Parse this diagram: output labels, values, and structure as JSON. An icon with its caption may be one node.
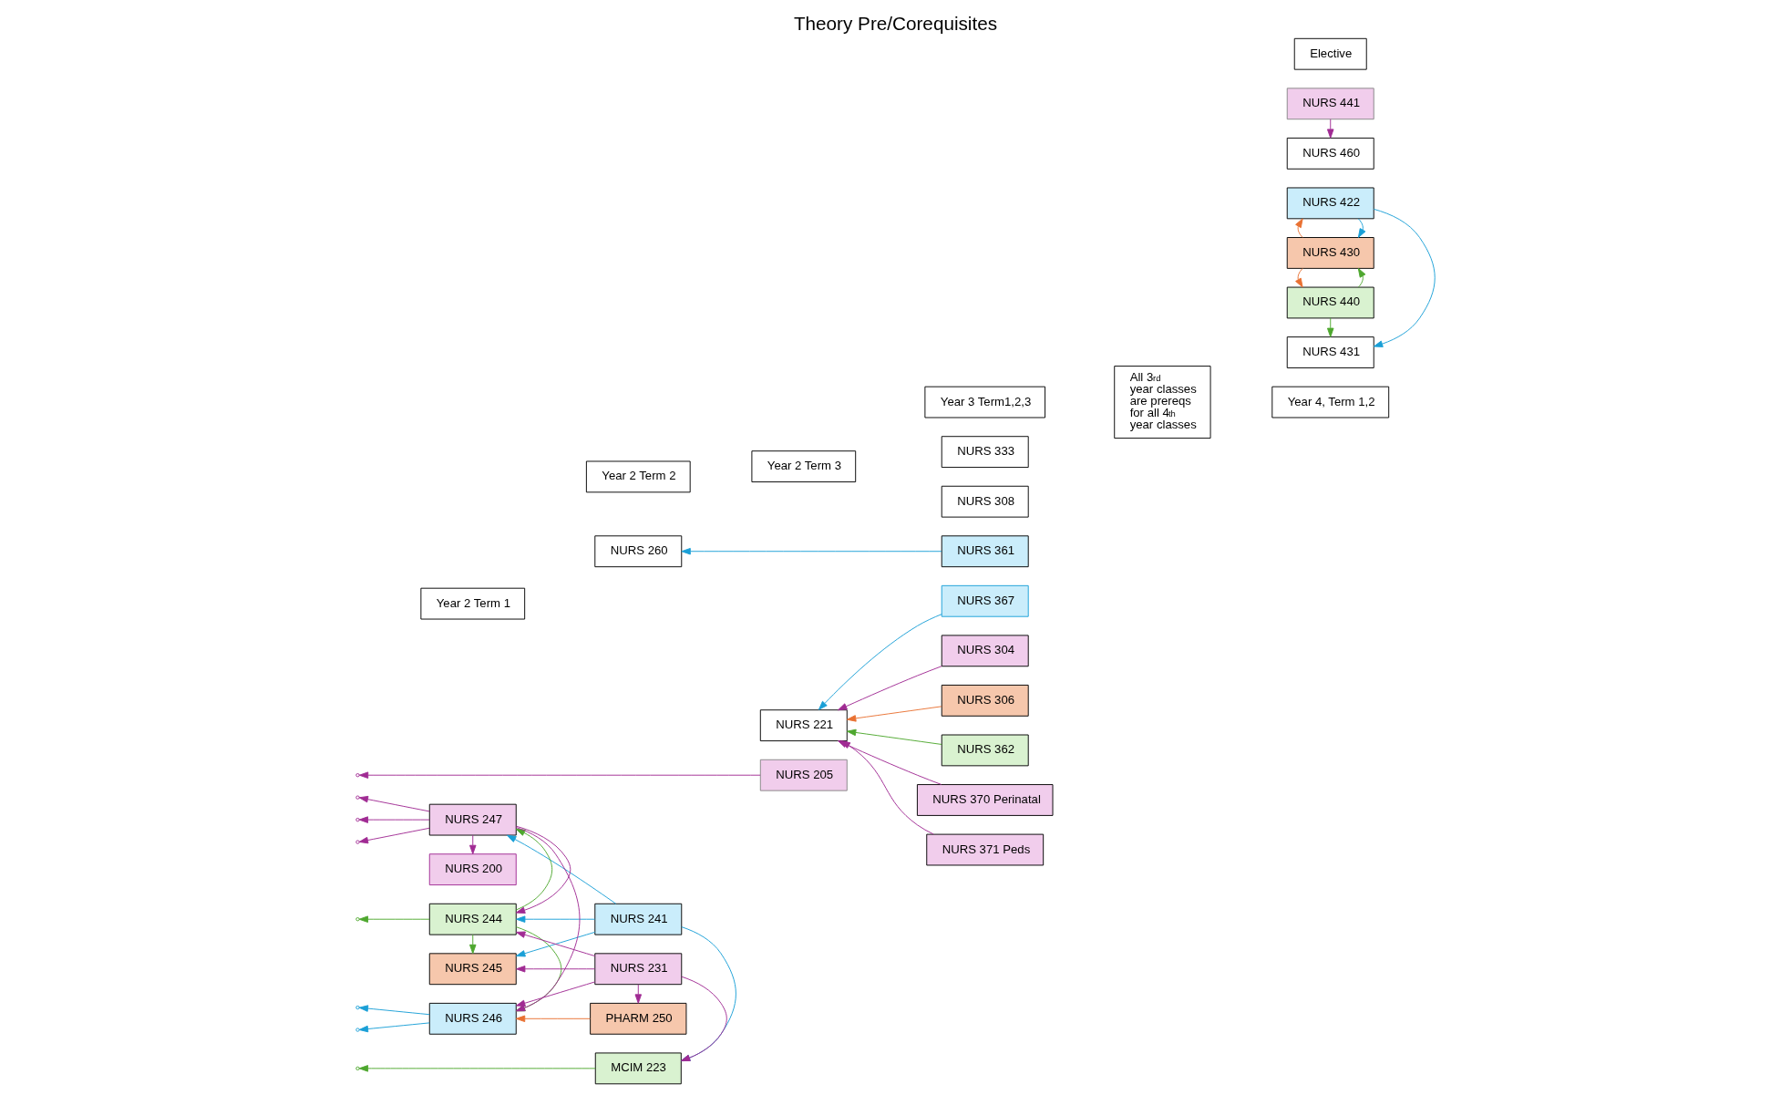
{
  "diagram": {
    "title": "Theory Pre/Corequisites",
    "nodes": [
      {
        "text": [
          "NURS 200"
        ]
      },
      {
        "text": [
          "NURS 241"
        ]
      },
      {
        "text": [
          "NURS 245"
        ]
      },
      {
        "text": [
          "MCIM 223"
        ]
      },
      {
        "text": [
          "NURS 205"
        ]
      },
      {
        "text": [
          "NURS 244"
        ]
      },
      {
        "text": [
          "PHARM 250"
        ]
      },
      {
        "text": [
          "NURS 221"
        ]
      },
      {
        "text": [
          "NURS 246"
        ]
      },
      {
        "text": [
          "NURS 231"
        ]
      },
      {
        "text": [
          "NURS 247"
        ]
      },
      {
        "text": [
          "NURS 260"
        ]
      },
      {
        "text": [
          "NURS 367"
        ]
      },
      {
        "text": [
          "NURS 308"
        ]
      },
      {
        "text": [
          "NURS 361"
        ]
      },
      {
        "text": [
          "NURS 304"
        ]
      },
      {
        "text": [
          "NURS 306"
        ]
      },
      {
        "text": [
          "NURS 362"
        ]
      },
      {
        "text": [
          "NURS 333"
        ]
      },
      {
        "text": [
          "NURS 370 Perinatal"
        ]
      },
      {
        "text": [
          "NURS 371 Peds"
        ]
      },
      {
        "text": [
          "All 3$^{rd}$ year classes are prereqs for all 4$^{th}$ year classes"
        ]
      },
      {
        "text": [
          "NURS 430"
        ]
      },
      {
        "text": [
          "NURS 431"
        ]
      },
      {
        "text": [
          "NURS 440"
        ]
      },
      {
        "text": [
          "NURS 422"
        ]
      },
      {
        "text": [
          "NURS 460"
        ]
      },
      {
        "text": [
          "NURS 441"
        ]
      },
      {
        "text": [
          "Elective"
        ]
      },
      {
        "text": [
          "Year 2 Term 1"
        ]
      },
      {
        "text": [
          "Year 2 Term 2"
        ]
      },
      {
        "text": [
          "Year 2 Term 3"
        ]
      },
      {
        "text": [
          "Year 3 Term1,2,3"
        ]
      },
      {
        "text": [
          "Year 4, Term 1,2"
        ]
      }
    ],
    "edges": [
      {
        "from": 1,
        "to": 2,
        "arrow": "to",
        "color": "#1a9fd6"
      },
      {
        "from": 1,
        "to": 5,
        "arrow": "to",
        "color": "#1a9fd6"
      },
      {
        "from": 1,
        "to": 10,
        "arrow": "to",
        "color": "#1a9fd6"
      },
      {
        "from": 1,
        "to": 3,
        "arrow": "to",
        "color": "#1a9fd6"
      },
      {
        "from": 3,
        "to": null,
        "arrow": "to",
        "color": "#4ea72e"
      },
      {
        "from": 4,
        "to": null,
        "arrow": "to",
        "color": "#a02b93"
      },
      {
        "from": 5,
        "to": null,
        "arrow": "to",
        "color": "#4ea72e"
      },
      {
        "from": 5,
        "to": 2,
        "arrow": "to",
        "color": "#4ea72e"
      },
      {
        "from": 5,
        "to": 8,
        "arrow": "to",
        "color": "#4ea72e"
      },
      {
        "from": 5,
        "to": 10,
        "arrow": "to",
        "color": "#4ea72e"
      },
      {
        "from": 8,
        "to": null,
        "arrow": "to",
        "color": "#1a9fd6"
      },
      {
        "from": 8,
        "to": null,
        "arrow": "to",
        "color": "#1a9fd6"
      },
      {
        "from": 10,
        "to": null,
        "arrow": "to",
        "color": "#a02b93"
      },
      {
        "from": 10,
        "to": null,
        "arrow": "to",
        "color": "#a02b93"
      },
      {
        "from": 10,
        "to": null,
        "arrow": "to",
        "color": "#a02b93"
      },
      {
        "from": 10,
        "to": 0,
        "arrow": "to",
        "color": "#a02b93"
      },
      {
        "from": 10,
        "to": 5,
        "arrow": "to",
        "color": "#a02b93"
      },
      {
        "from": 10,
        "to": 8,
        "arrow": "to",
        "color": "#a02b93"
      },
      {
        "from": 9,
        "to": 2,
        "arrow": "to",
        "color": "#a02b93"
      },
      {
        "from": 9,
        "to": 5,
        "arrow": "to",
        "color": "#a02b93"
      },
      {
        "from": 9,
        "to": 8,
        "arrow": "to",
        "color": "#a02b93"
      },
      {
        "from": 9,
        "to": 6,
        "arrow": "to",
        "color": "#a02b93"
      },
      {
        "from": 9,
        "to": 3,
        "arrow": "to",
        "color": "#a02b93"
      },
      {
        "from": 6,
        "to": 8,
        "arrow": "to",
        "color": "#e97132"
      },
      {
        "from": 12,
        "to": 7,
        "arrow": "to",
        "color": "#1a9fd6"
      },
      {
        "from": 14,
        "to": 11,
        "arrow": "to",
        "color": "#1a9fd6"
      },
      {
        "from": 15,
        "to": 7,
        "arrow": "to",
        "color": "#a02b93"
      },
      {
        "from": 16,
        "to": 7,
        "arrow": "to",
        "color": "#e97132"
      },
      {
        "from": 17,
        "to": 7,
        "arrow": "to",
        "color": "#4ea72e"
      },
      {
        "from": 19,
        "to": 7,
        "arrow": "to",
        "color": "#a02b93"
      },
      {
        "from": 20,
        "to": 7,
        "arrow": "to",
        "color": "#a02b93"
      },
      {
        "from": 22,
        "to": 24,
        "arrow": "to",
        "color": "#e97132"
      },
      {
        "from": 22,
        "to": 25,
        "arrow": "to",
        "color": "#e97132"
      },
      {
        "from": 25,
        "to": 22,
        "arrow": "to",
        "color": "#1a9fd6"
      },
      {
        "from": 25,
        "to": 23,
        "arrow": "to",
        "color": "#1a9fd6"
      },
      {
        "from": 24,
        "to": 23,
        "arrow": "to",
        "color": "#4ea72e"
      },
      {
        "from": 24,
        "to": 22,
        "arrow": "to",
        "color": "#4ea72e"
      },
      {
        "from": 27,
        "to": 26,
        "arrow": "to",
        "color": "#a02b93"
      }
    ]
  }
}
